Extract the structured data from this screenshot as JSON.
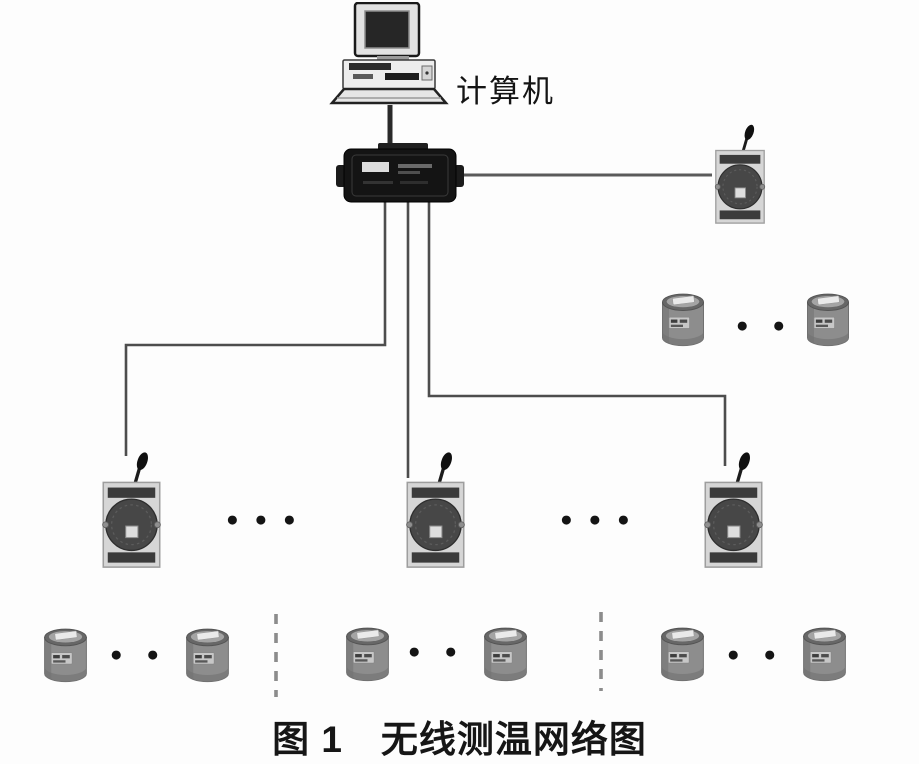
{
  "labels": {
    "computer": "计算机",
    "caption": "图 1　无线测温网络图"
  },
  "ellipsis": {
    "two": "● ●",
    "three": "● ● ●"
  },
  "icons": {
    "computer": "desktop-computer-icon",
    "gateway": "black-gateway-converter-box-icon",
    "repeater": "wireless-repeater-with-antenna-icon",
    "sensor": "temperature-sensor-cylinder-icon",
    "ellipsis": "continuation-dots"
  },
  "colors": {
    "background": "#fdfdfd",
    "line": "#4d4d4d",
    "gateway_body": "#141414",
    "repeater_body": "#d6d6d6",
    "repeater_band": "#3b3b3b",
    "sensor_body": "#8d8d8d",
    "text": "#161616"
  }
}
